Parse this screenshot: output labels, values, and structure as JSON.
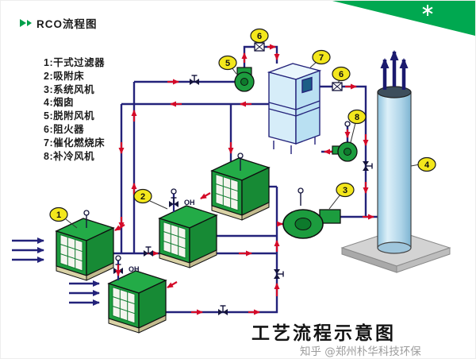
{
  "header": {
    "title": "RCO流程图"
  },
  "legend": {
    "items": [
      "1:干式过滤器",
      "2:吸附床",
      "3:系统风机",
      "4:烟囱",
      "5:脱附风机",
      "6:阻火器",
      "7:催化燃烧床",
      "8:补冷风机"
    ]
  },
  "diagram": {
    "title": "工艺流程示意图",
    "watermark": "知乎 @郑州朴华科技环保",
    "callouts": {
      "c1": "1",
      "c2": "2",
      "c3": "3",
      "c4": "4",
      "c5": "5",
      "c6a": "6",
      "c6b": "6",
      "c7": "7",
      "c8": "8"
    },
    "labels": {
      "oh1": "OH",
      "oh2": "OH"
    },
    "colors": {
      "accent_green": "#00a850",
      "equipment_green": "#1c9c3e",
      "pipe_navy": "#23227a",
      "flow_red": "#d40a28",
      "callout_yellow": "#f3e71c",
      "chimney_blue": "#bfe0f0",
      "combustor_blue": "#cfe9f6",
      "platform_gray": "#cfcfcf"
    }
  }
}
